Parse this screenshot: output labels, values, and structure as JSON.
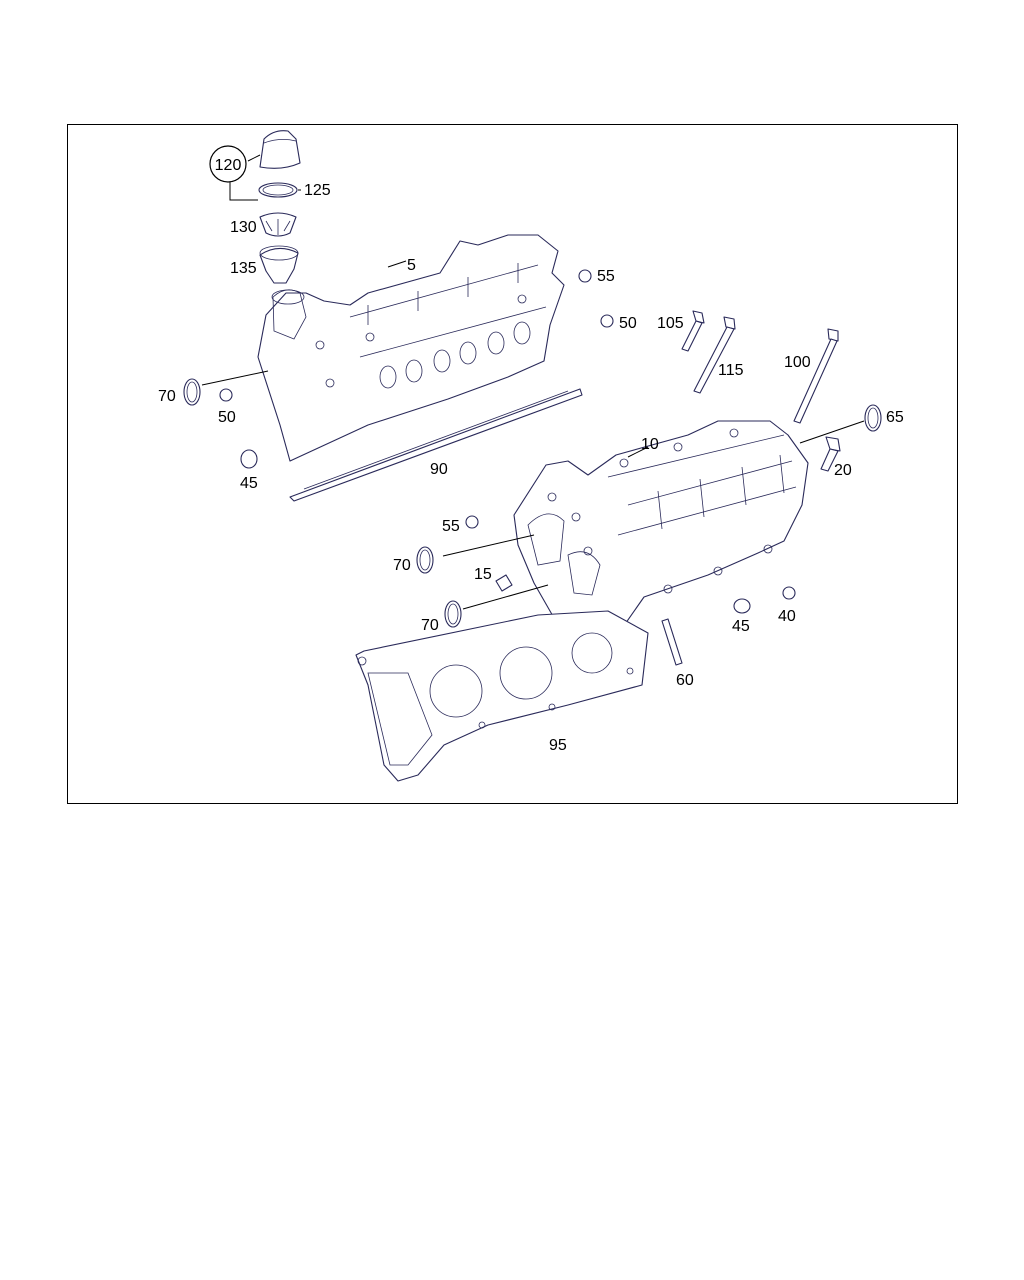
{
  "callouts": [
    {
      "id": "c120",
      "text": "120"
    },
    {
      "id": "c125",
      "text": "125"
    },
    {
      "id": "c130",
      "text": "130"
    },
    {
      "id": "c135",
      "text": "135"
    },
    {
      "id": "c5",
      "text": "5"
    },
    {
      "id": "c55a",
      "text": "55"
    },
    {
      "id": "c50a",
      "text": "50"
    },
    {
      "id": "c105",
      "text": "105"
    },
    {
      "id": "c115",
      "text": "115"
    },
    {
      "id": "c100",
      "text": "100"
    },
    {
      "id": "c70a",
      "text": "70"
    },
    {
      "id": "c50b",
      "text": "50"
    },
    {
      "id": "c45a",
      "text": "45"
    },
    {
      "id": "c90",
      "text": "90"
    },
    {
      "id": "c10",
      "text": "10"
    },
    {
      "id": "c65",
      "text": "65"
    },
    {
      "id": "c20",
      "text": "20"
    },
    {
      "id": "c55b",
      "text": "55"
    },
    {
      "id": "c70b",
      "text": "70"
    },
    {
      "id": "c15",
      "text": "15"
    },
    {
      "id": "c70c",
      "text": "70"
    },
    {
      "id": "c45b",
      "text": "45"
    },
    {
      "id": "c40",
      "text": "40"
    },
    {
      "id": "c60",
      "text": "60"
    },
    {
      "id": "c95",
      "text": "95"
    }
  ]
}
